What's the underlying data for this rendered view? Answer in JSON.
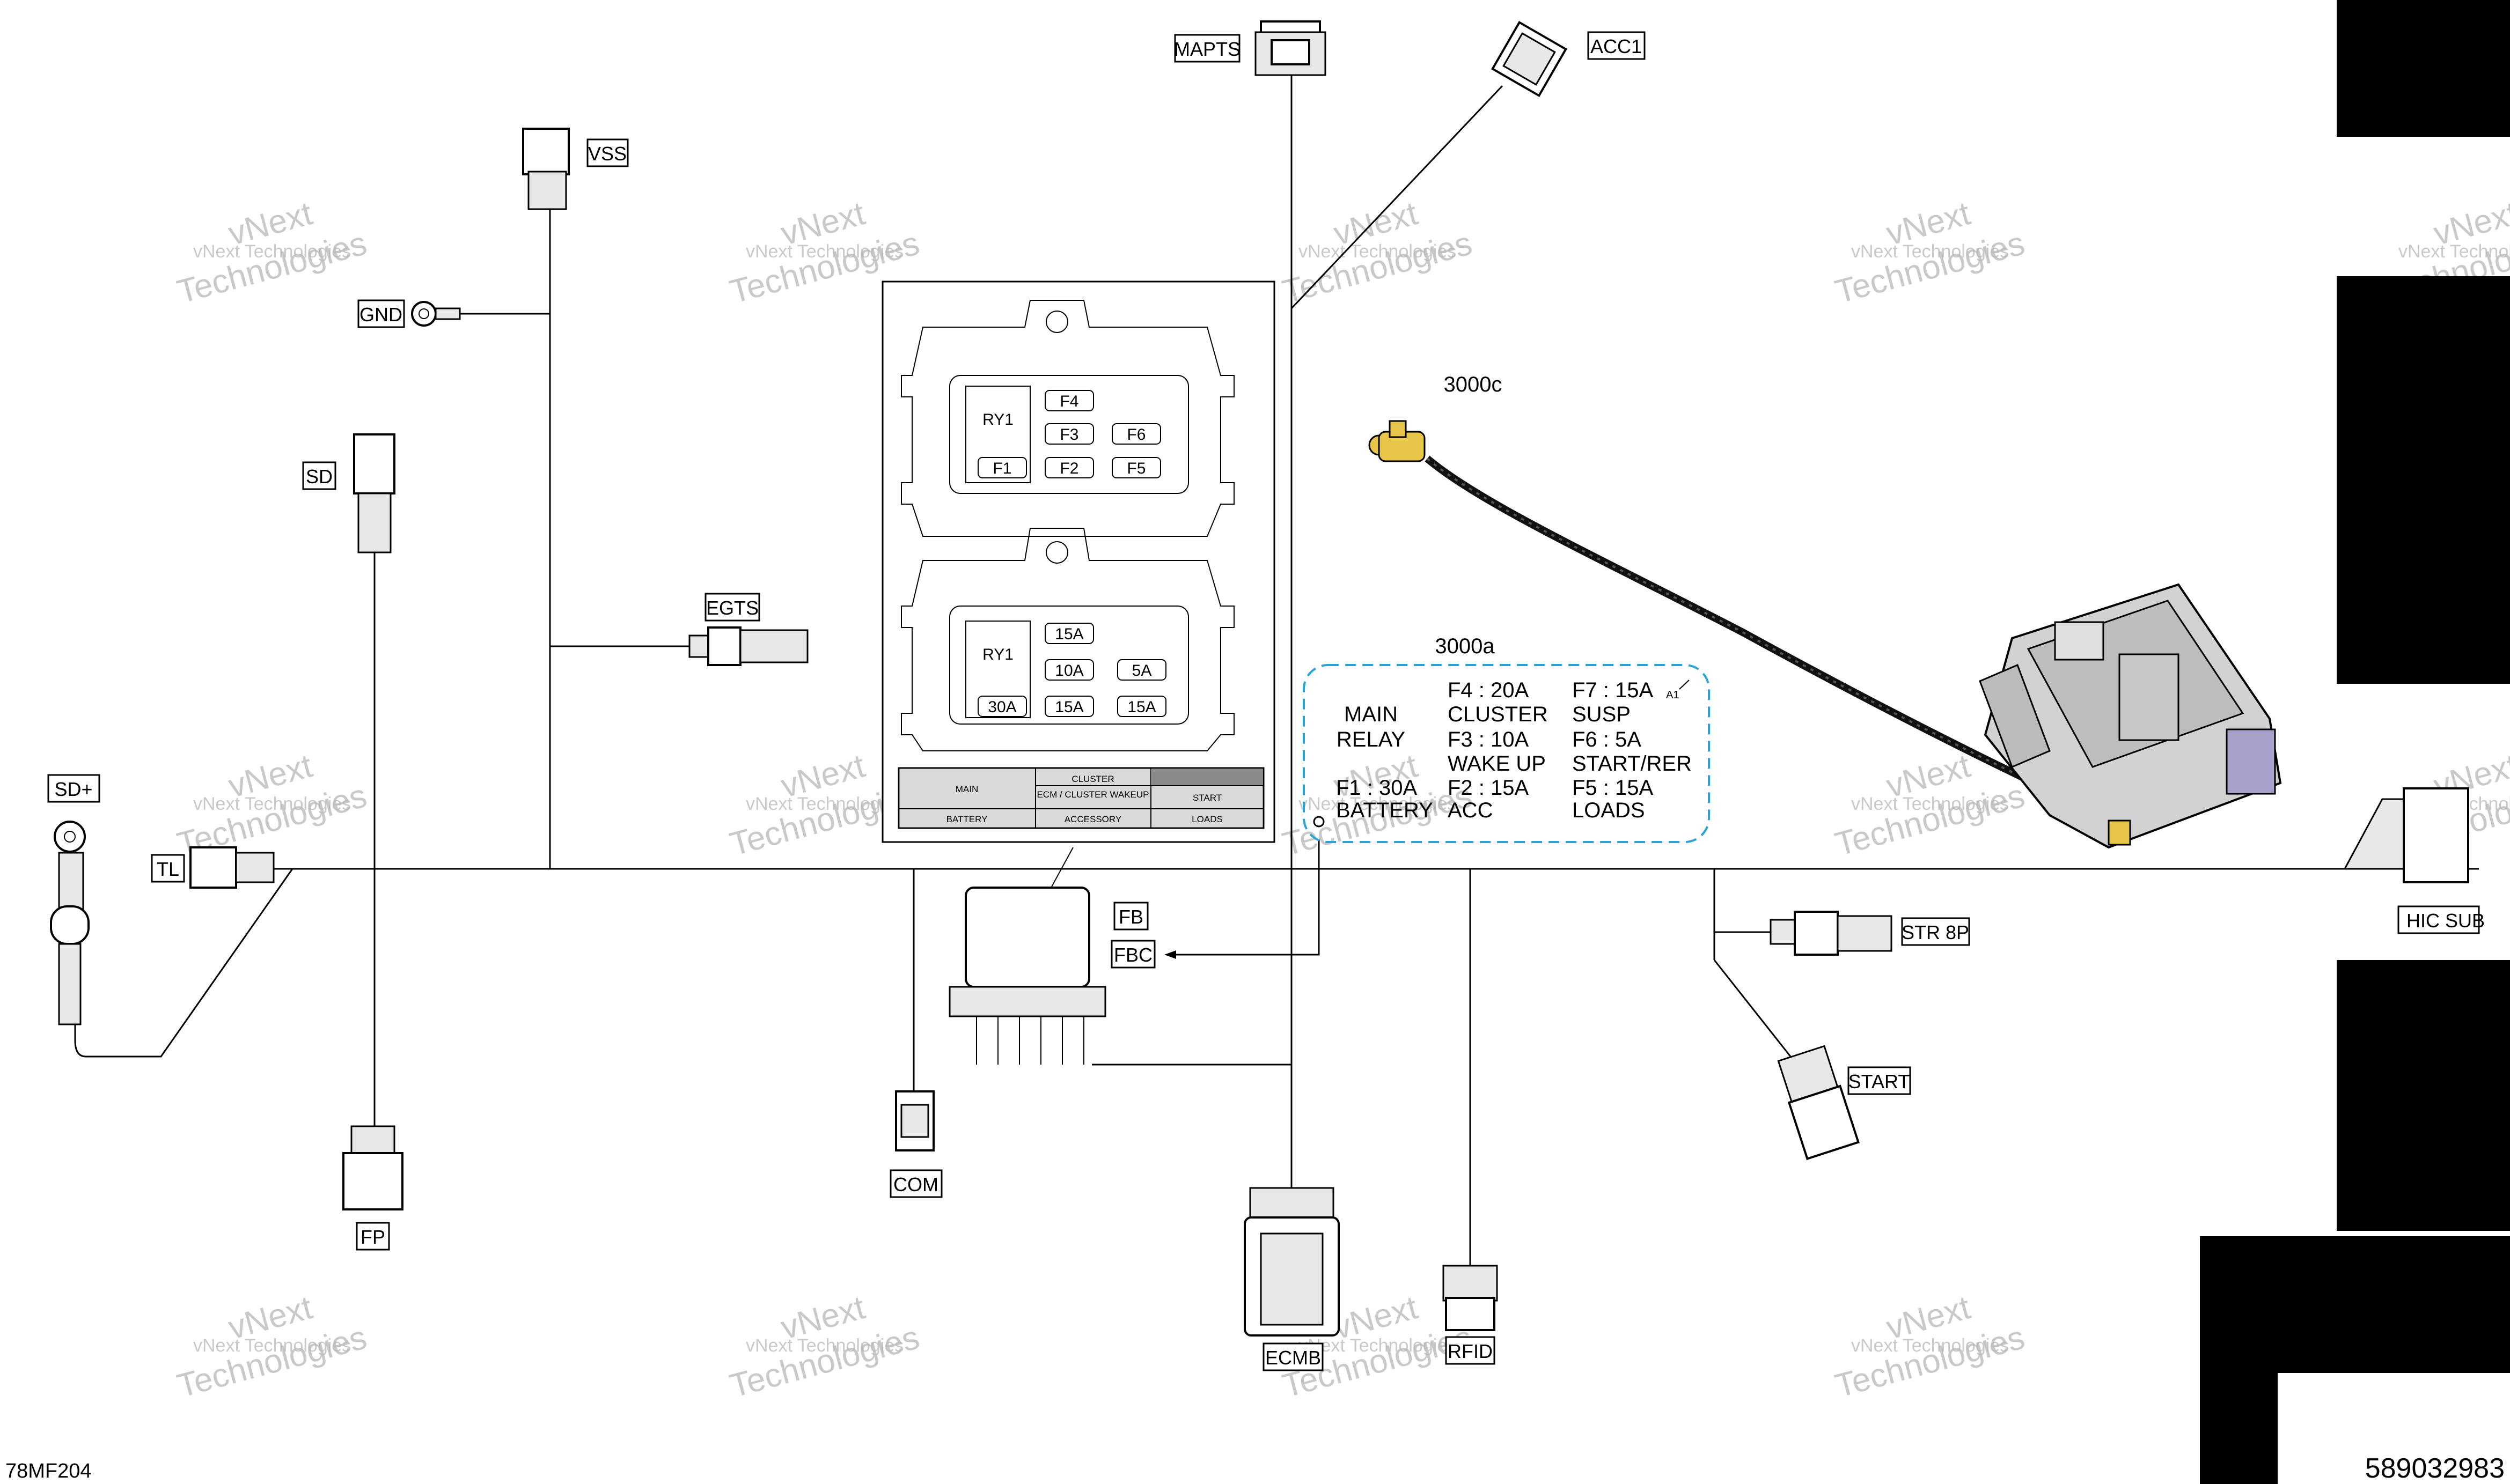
{
  "connectors": {
    "mapts": "MAPTS",
    "acc1": "ACC1",
    "vss": "VSS",
    "gnd": "GND",
    "sd": "SD",
    "egts": "EGTS",
    "sd_plus": "SD+",
    "tl": "TL",
    "fp": "FP",
    "com": "COM",
    "fb": "FB",
    "fbc": "FBC",
    "ecmb": "ECMB",
    "rfid": "RFID",
    "str_8p": "STR 8P",
    "start": "START",
    "hic_sub": "HIC SUB"
  },
  "callouts": {
    "part_3000c": "3000c",
    "part_3000a": "3000a",
    "sub_mark": "A1"
  },
  "fuse_box_top": {
    "relay": "RY1",
    "fuses": [
      "F4",
      "F3",
      "F6",
      "F1",
      "F2",
      "F5"
    ]
  },
  "fuse_box_bottom": {
    "relay": "RY1",
    "fuses": [
      "15A",
      "10A",
      "5A",
      "30A",
      "15A",
      "15A"
    ]
  },
  "fuse_table": {
    "r1c1": "MAIN",
    "r1c2a": "CLUSTER",
    "r1c2b": "ECM / CLUSTER WAKEUP",
    "r1c3": "START",
    "r2c1": "BATTERY",
    "r2c2": "ACCESSORY",
    "r2c3": "LOADS"
  },
  "legend": {
    "main": "MAIN",
    "relay": "RELAY",
    "battery": "BATTERY",
    "f4": "F4 : 20A",
    "cluster": "CLUSTER",
    "f3": "F3 : 10A",
    "wake_up": "WAKE UP",
    "f1": "F1 : 30A",
    "f2": "F2 : 15A",
    "acc": "ACC",
    "f7": "F7 : 15A",
    "susp": "SUSP",
    "f6": "F6 : 5A",
    "start_rer": "START/RER",
    "f5": "F5 : 15A",
    "loads": "LOADS"
  },
  "watermark": {
    "line1": "vNext Technologies",
    "line2": "vNext",
    "line3": "Technologies"
  },
  "footer": {
    "left_code": "78MF204",
    "right_code": "589032983"
  }
}
